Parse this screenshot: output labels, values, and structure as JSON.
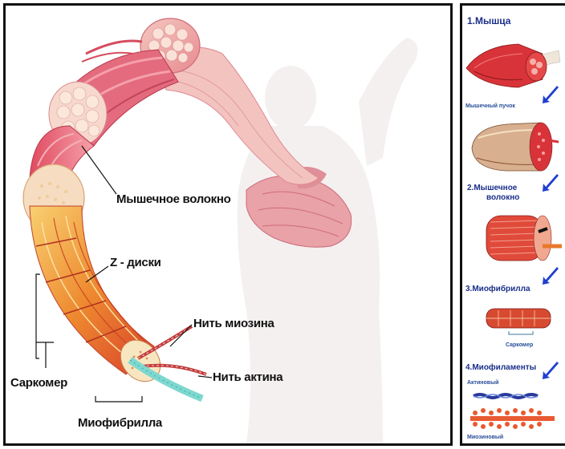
{
  "left_diagram": {
    "labels": {
      "muscle_fiber": "Мышечное волокно",
      "z_disks": "Z - диски",
      "myosin_filament": "Нить миозина",
      "actin_filament": "Нить актина",
      "sarcomere": "Саркомер",
      "myofibril": "Миофибрилла"
    }
  },
  "right_panel": {
    "labels": {
      "muscle": "1.Мышца",
      "muscle_bundle": "Мышечный пучок",
      "muscle_fiber_line1": "2.Мышечное",
      "muscle_fiber_line2": "волокно",
      "myofibril": "3.Миофибрилла",
      "sarcomere": "Саркомер",
      "myofilaments": "4.Миофиламенты",
      "actin": "Актиновый",
      "myosin": "Миозиновый"
    }
  },
  "colors": {
    "muscle_red": "#d9333a",
    "fiber_pink": "#e06070",
    "bundle_pink": "#f0b8b0",
    "myofibril_orange": "#e8782a",
    "myofibril_yellow": "#f5c060",
    "actin_cyan": "#7ed8d0",
    "arrow_blue": "#1f3fd0",
    "title_blue": "#1a2f8a",
    "silhouette": "#f3efef"
  }
}
